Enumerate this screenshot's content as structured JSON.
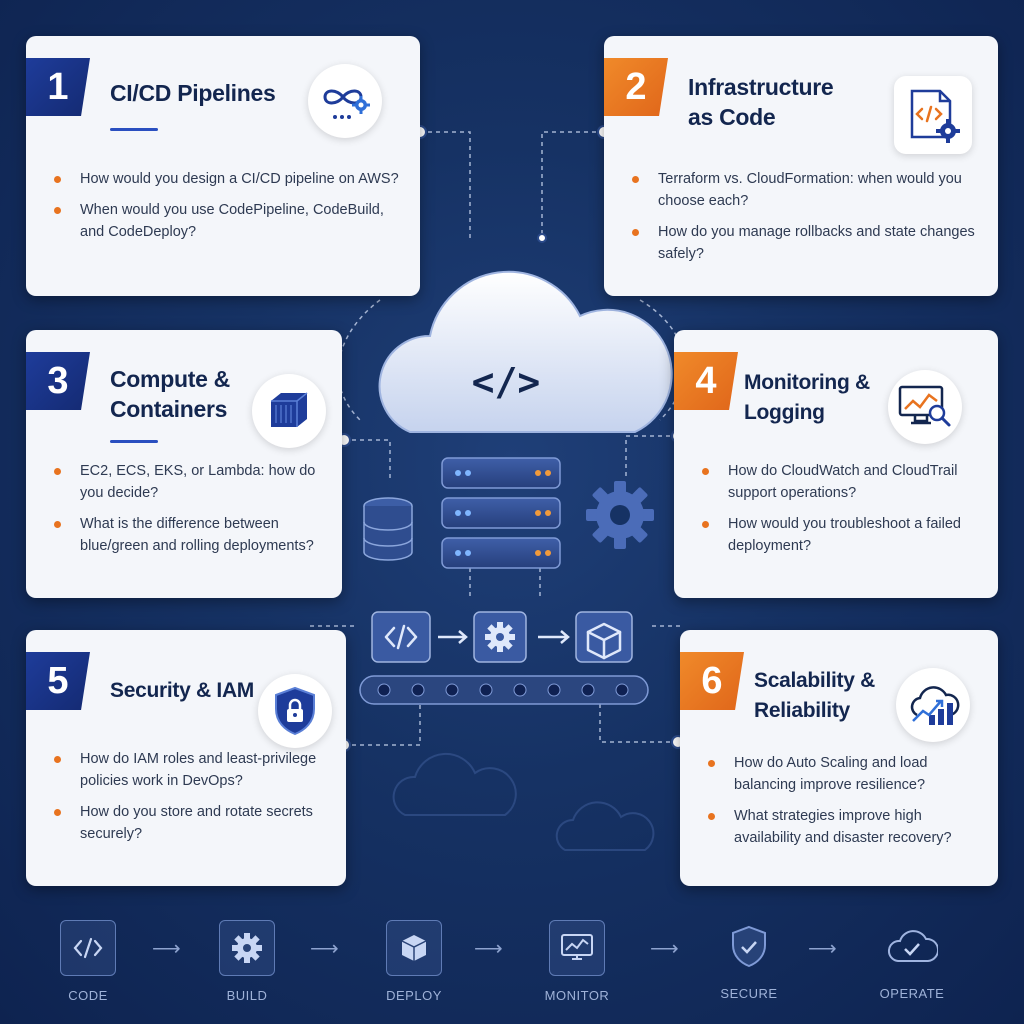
{
  "cards": [
    {
      "number": "1",
      "title_lines": [
        "CI/CD Pipelines"
      ],
      "questions": [
        "How would you design a CI/CD pipeline on AWS?",
        "When would you use CodePipeline, CodeBuild, and CodeDeploy?"
      ],
      "icon": "infinity-gear-icon"
    },
    {
      "number": "2",
      "title_lines": [
        "Infrastructure",
        "as Code"
      ],
      "questions": [
        "Terraform vs. CloudFormation: when would you choose each?",
        "How do you manage rollbacks and state changes safely?"
      ],
      "icon": "code-document-gear-icon"
    },
    {
      "number": "3",
      "title_lines": [
        "Compute &",
        "Containers"
      ],
      "questions": [
        "EC2, ECS, EKS, or Lambda: how do you decide?",
        "What is the difference between blue/green and rolling deployments?"
      ],
      "icon": "container-cube-icon"
    },
    {
      "number": "4",
      "title_lines": [
        "Monitoring &",
        "Logging"
      ],
      "questions": [
        "How do CloudWatch and CloudTrail support operations?",
        "How would you troubleshoot a failed deployment?"
      ],
      "icon": "monitor-chart-magnifier-icon"
    },
    {
      "number": "5",
      "title_lines": [
        "Security & IAM"
      ],
      "questions": [
        "How do IAM roles and least-privilege policies work in DevOps?",
        "How do you store and rotate secrets securely?"
      ],
      "icon": "shield-lock-icon"
    },
    {
      "number": "6",
      "title_lines": [
        "Scalability &",
        "Reliability"
      ],
      "questions": [
        "How do Auto Scaling and load balancing improve resilience?",
        "What strategies improve high availability and disaster recovery?"
      ],
      "icon": "cloud-growth-chart-icon"
    }
  ],
  "center": {
    "cloud_symbol": "</>"
  },
  "flow": [
    {
      "label": "CODE",
      "icon": "code-icon"
    },
    {
      "label": "BUILD",
      "icon": "gear-icon"
    },
    {
      "label": "DEPLOY",
      "icon": "box-icon"
    },
    {
      "label": "MONITOR",
      "icon": "monitor-icon"
    },
    {
      "label": "SECURE",
      "icon": "shield-check-icon"
    },
    {
      "label": "OPERATE",
      "icon": "cloud-check-icon"
    }
  ],
  "colors": {
    "accent_blue": "#1e3c9a",
    "accent_orange": "#e8731f",
    "card_bg": "#f4f6fa",
    "title": "#13264f"
  }
}
